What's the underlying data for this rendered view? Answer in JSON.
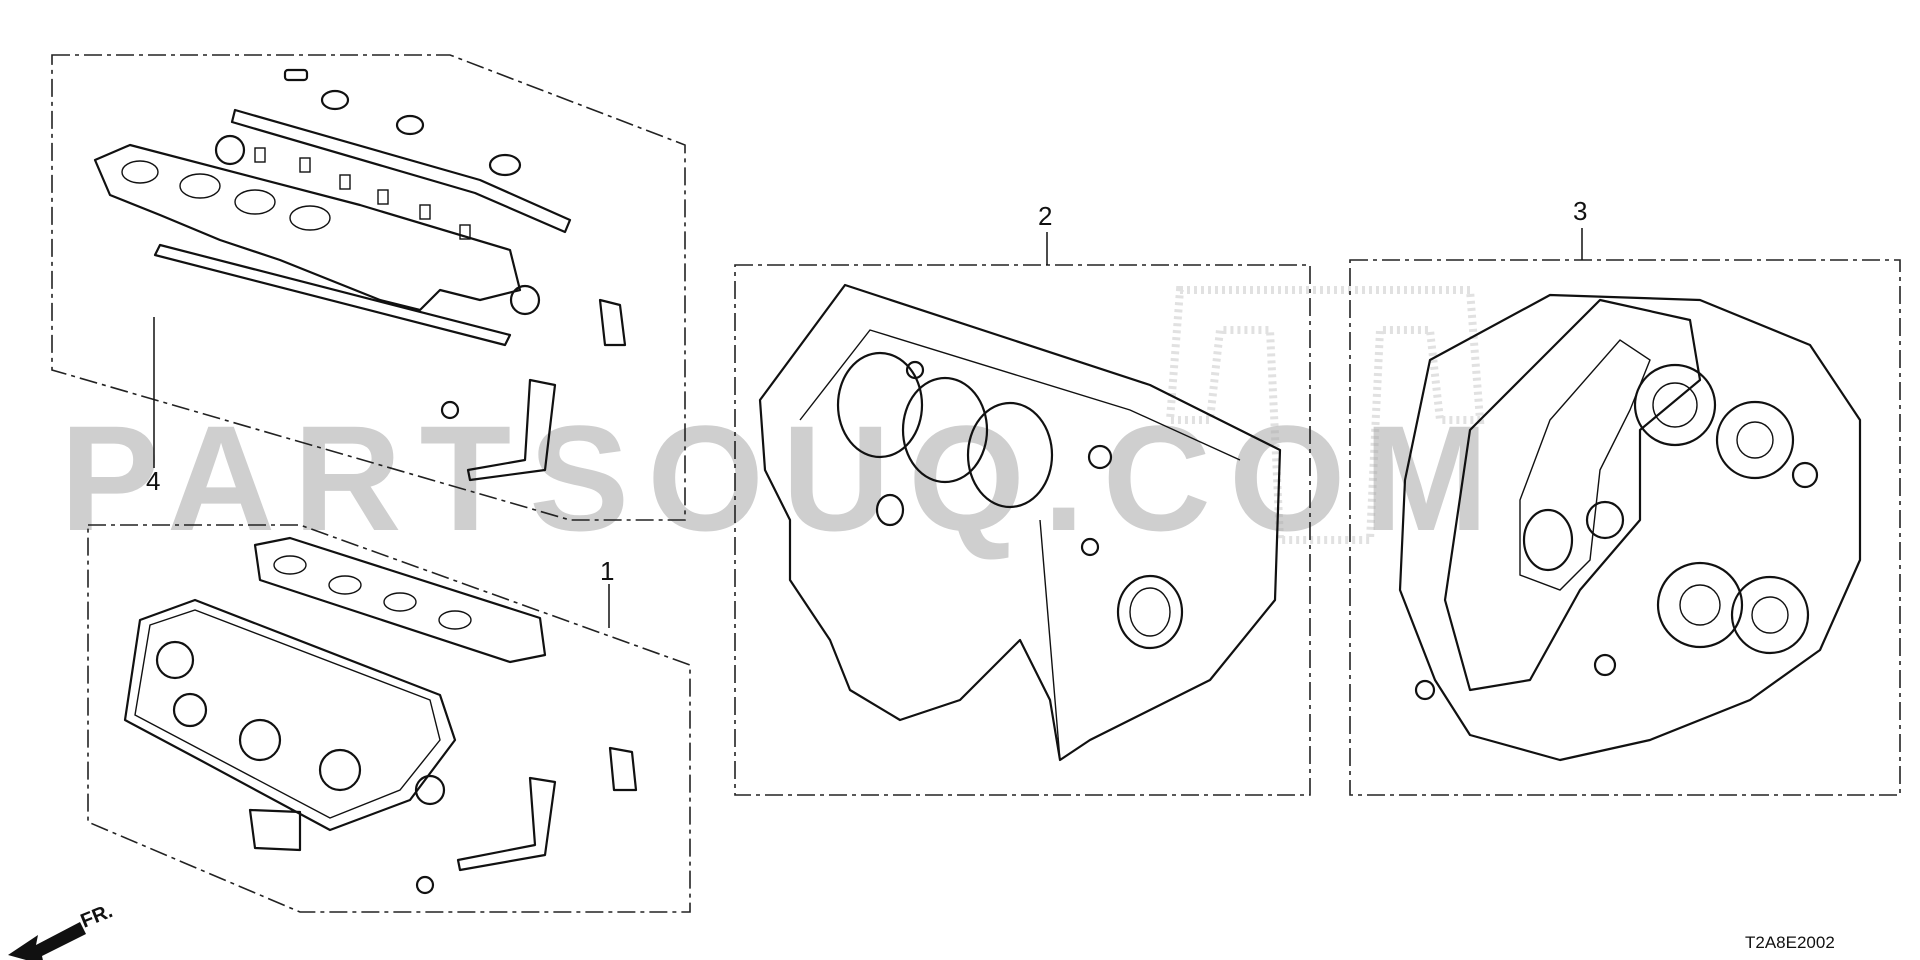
{
  "watermark": {
    "text": "PARTSOUQ.COM"
  },
  "diagram_code": "T2A8E2002",
  "front_indicator": {
    "label": "FR."
  },
  "callouts": [
    {
      "id": "1",
      "label": "1"
    },
    {
      "id": "2",
      "label": "2"
    },
    {
      "id": "3",
      "label": "3"
    },
    {
      "id": "4",
      "label": "4"
    }
  ]
}
